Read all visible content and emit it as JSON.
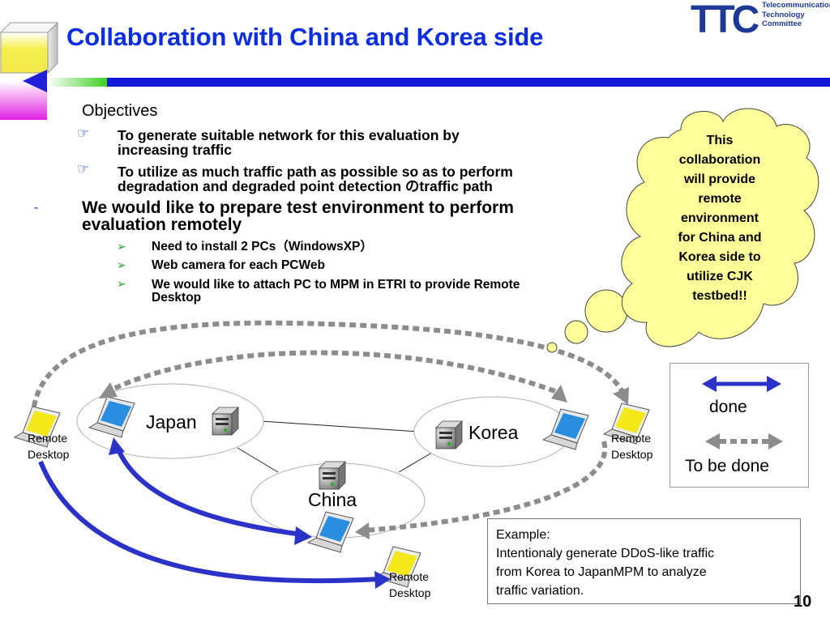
{
  "slide": {
    "title": "Collaboration with China and Korea side",
    "page_number": "10",
    "logo": {
      "letters": "TTC",
      "line1": "Telecommunication",
      "line2": "Technology",
      "line3": "Committee"
    }
  },
  "objectives": {
    "heading": "Objectives",
    "items": [
      {
        "line1": "To generate suitable network for this evaluation by",
        "line2": "increasing traffic"
      },
      {
        "line1": "To utilize as much traffic path as possible so as to perform",
        "line2": "degradation and degraded point detection のtraffic path"
      }
    ]
  },
  "remote": {
    "dash": "-",
    "line1": "We would like to prepare test environment to perform",
    "line2": "evaluation remotely",
    "items": [
      {
        "line1": "Need to install 2 PCs（WindowsXP）",
        "line2": ""
      },
      {
        "line1": "Web camera for each PCWeb",
        "line2": ""
      },
      {
        "line1": "We would like to attach PC to MPM in ETRI  to provide Remote",
        "line2": "Desktop"
      }
    ]
  },
  "cloud": {
    "lines": [
      "This",
      "collaboration",
      "will provide",
      "remote",
      "environment",
      "for China and",
      "Korea side to",
      "utilize CJK",
      "testbed!!"
    ]
  },
  "diagram": {
    "nodes": {
      "japan": "Japan",
      "korea": "Korea",
      "china": "China"
    },
    "remote_desktop": {
      "line1": "Remote",
      "line2": "Desktop"
    }
  },
  "legend": {
    "done": "done",
    "to_be_done": "To be done"
  },
  "example": {
    "lines": [
      "Example:",
      "Intentionaly generate DDoS-like traffic",
      "from Korea to JapanMPM to analyze",
      "traffic variation."
    ]
  },
  "colors": {
    "title": "#0b2ee0",
    "done_arrow": "#2a32c8",
    "tbd_arrow": "#8c8c8c",
    "cloud_fill": "#ffff99",
    "laptop_yellow": "#f5e81a"
  }
}
